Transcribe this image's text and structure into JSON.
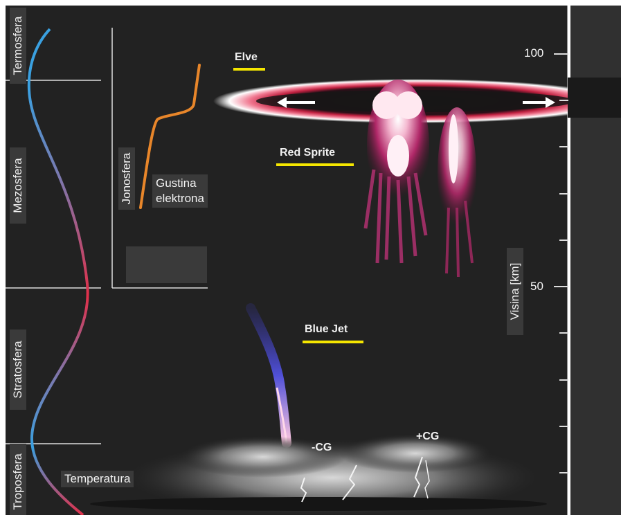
{
  "layers": {
    "thermosphere": "Termosfera",
    "mesosphere": "Mezosfera",
    "stratosphere": "Stratosfera",
    "troposphere": "Troposfera"
  },
  "curve_label": "Temperatura",
  "ionosphere": {
    "label": "Jonosfera",
    "density_label": [
      "Gustina",
      "elektrona"
    ]
  },
  "phenomena": {
    "elve": "Elve",
    "red_sprite": "Red Sprite",
    "blue_jet": "Blue Jet",
    "neg_cg": "-CG",
    "pos_cg": "+CG"
  },
  "axis": {
    "label": "Visina [km]",
    "ticks": [
      "100",
      "50"
    ]
  },
  "colors": {
    "background": "#222222",
    "right_band": "#303030",
    "highlight_underline": "#f5e600",
    "density_curve": "#e8862a",
    "temp_cold": "#3aa0e0",
    "temp_warm": "#e0304a",
    "sprite": "#c0306a",
    "jet": "#4a4ad0"
  }
}
